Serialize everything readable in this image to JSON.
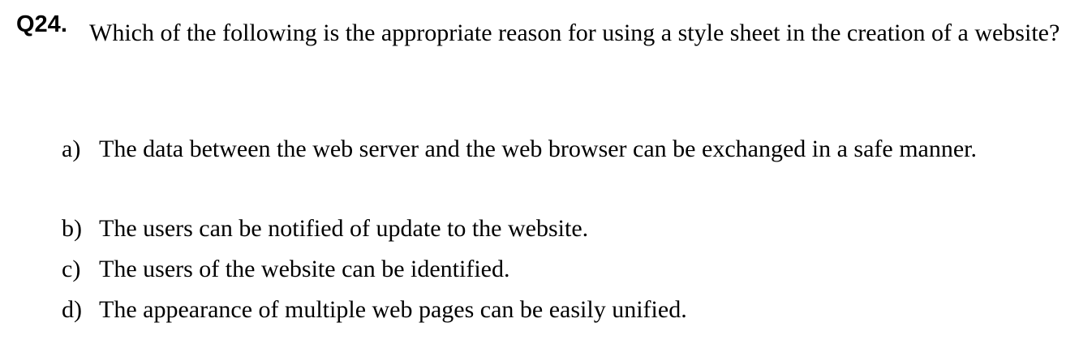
{
  "question": {
    "number": "Q24.",
    "text": "Which of the following is the appropriate reason for using a style sheet in the creation of a website?"
  },
  "options": [
    {
      "letter": "a)",
      "text": "The data between the web server and the web browser can be exchanged in a safe manner."
    },
    {
      "letter": "b)",
      "text": "The users can be notified of update to the website."
    },
    {
      "letter": "c)",
      "text": "The users of the website can be identified."
    },
    {
      "letter": "d)",
      "text": "The appearance of multiple web pages can be easily unified."
    }
  ]
}
